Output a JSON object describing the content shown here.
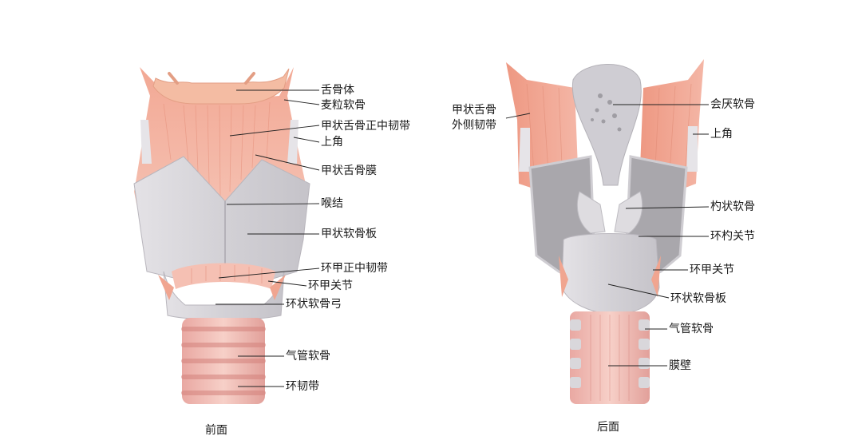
{
  "front": {
    "caption": "前面",
    "labels": {
      "hyoid_body": "舌骨体",
      "triticeous_cartilage": "麦粒软骨",
      "median_thyrohyoid_ligament": "甲状舌骨正中韧带",
      "superior_horn": "上角",
      "thyrohyoid_membrane": "甲状舌骨膜",
      "laryngeal_prominence": "喉结",
      "thyroid_lamina": "甲状软骨板",
      "median_cricothyroid_ligament": "环甲正中韧带",
      "cricothyroid_joint": "环甲关节",
      "cricoid_arch": "环状软骨弓",
      "tracheal_cartilage": "气管软骨",
      "annular_ligament": "环韧带"
    }
  },
  "back": {
    "caption": "后面",
    "labels": {
      "lateral_thyrohyoid_ligament_1": "甲状舌骨",
      "lateral_thyrohyoid_ligament_2": "外侧韧带",
      "epiglottic_cartilage": "会厌软骨",
      "superior_horn": "上角",
      "arytenoid_cartilage": "杓状软骨",
      "cricoarytenoid_joint": "环杓关节",
      "cricothyroid_joint": "环甲关节",
      "cricoid_lamina": "环状软骨板",
      "tracheal_cartilage": "气管软骨",
      "membranous_wall": "膜壁"
    }
  },
  "colors": {
    "muscle_pink": "#f0a08c",
    "muscle_light": "#f6c4b6",
    "cartilage_gray": "#d9d7da",
    "cartilage_dark": "#9a989c",
    "hyoid_orange": "#f2b59a",
    "leader_line": "#222222"
  }
}
